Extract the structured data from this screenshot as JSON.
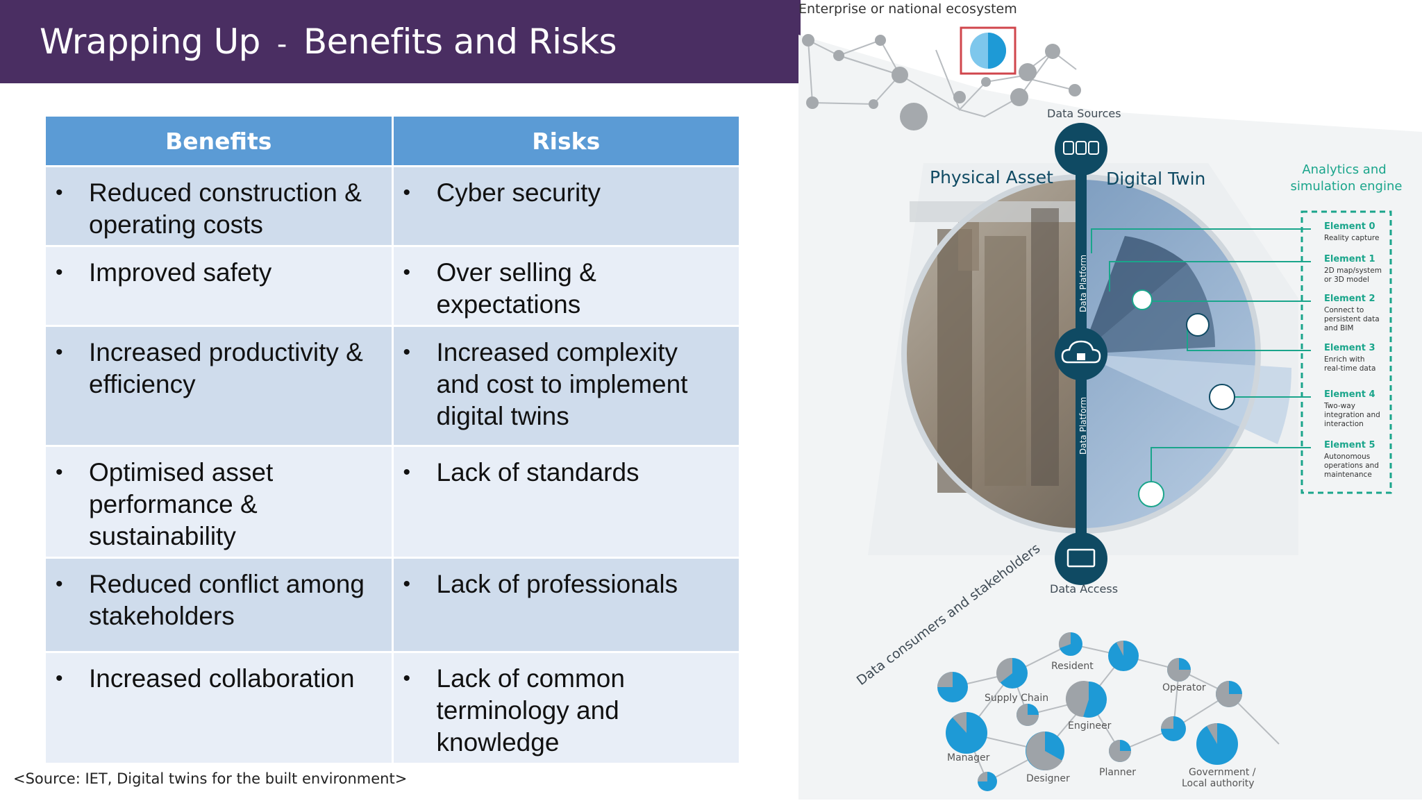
{
  "header": {
    "title_left": "Wrapping Up",
    "separator": "-",
    "title_right": "Benefits and Risks"
  },
  "table": {
    "columns": [
      "Benefits",
      "Risks"
    ],
    "rows": [
      {
        "benefit": "Reduced construction & operating costs",
        "risk": "Cyber security"
      },
      {
        "benefit": "Improved safety",
        "risk": "Over selling & expectations"
      },
      {
        "benefit": "Increased productivity & efficiency",
        "risk": "Increased complexity and cost to implement digital twins"
      },
      {
        "benefit": "Optimised asset performance & sustainability",
        "risk": "Lack of standards"
      },
      {
        "benefit": "Reduced conflict among stakeholders",
        "risk": "Lack of professionals"
      },
      {
        "benefit": "Increased collaboration",
        "risk": "Lack of common terminology and knowledge"
      }
    ],
    "bullet": "•"
  },
  "source": "<Source:  IET, Digital twins for the built environment>",
  "diagram": {
    "ecosystem_label": "Enterprise or national ecosystem",
    "data_sources": "Data Sources",
    "physical_asset": "Physical Asset",
    "digital_twin": "Digital Twin",
    "analytics_line1": "Analytics and",
    "analytics_line2": "simulation engine",
    "data_platform": "Data Platform",
    "data_access": "Data Access",
    "consumers": "Data consumers and stakeholders",
    "elements": [
      {
        "title": "Element 0",
        "desc": [
          "Reality capture"
        ]
      },
      {
        "title": "Element 1",
        "desc": [
          "2D map/system",
          "or 3D model"
        ]
      },
      {
        "title": "Element 2",
        "desc": [
          "Connect to",
          "persistent data",
          "and BIM"
        ]
      },
      {
        "title": "Element 3",
        "desc": [
          "Enrich with",
          "real-time data"
        ]
      },
      {
        "title": "Element 4",
        "desc": [
          "Two-way",
          "integration and",
          "interaction"
        ]
      },
      {
        "title": "Element 5",
        "desc": [
          "Autonomous",
          "operations and",
          "maintenance"
        ]
      }
    ],
    "stakeholders": [
      "Resident",
      "Supply Chain",
      "Operator",
      "Engineer",
      "Manager",
      "Designer",
      "Planner",
      "Government /",
      "Local authority"
    ],
    "colors": {
      "teal": "#1aa58b",
      "navy": "#0f4a63",
      "blue": "#1e9ad6",
      "grey": "#9ea3a8"
    }
  }
}
